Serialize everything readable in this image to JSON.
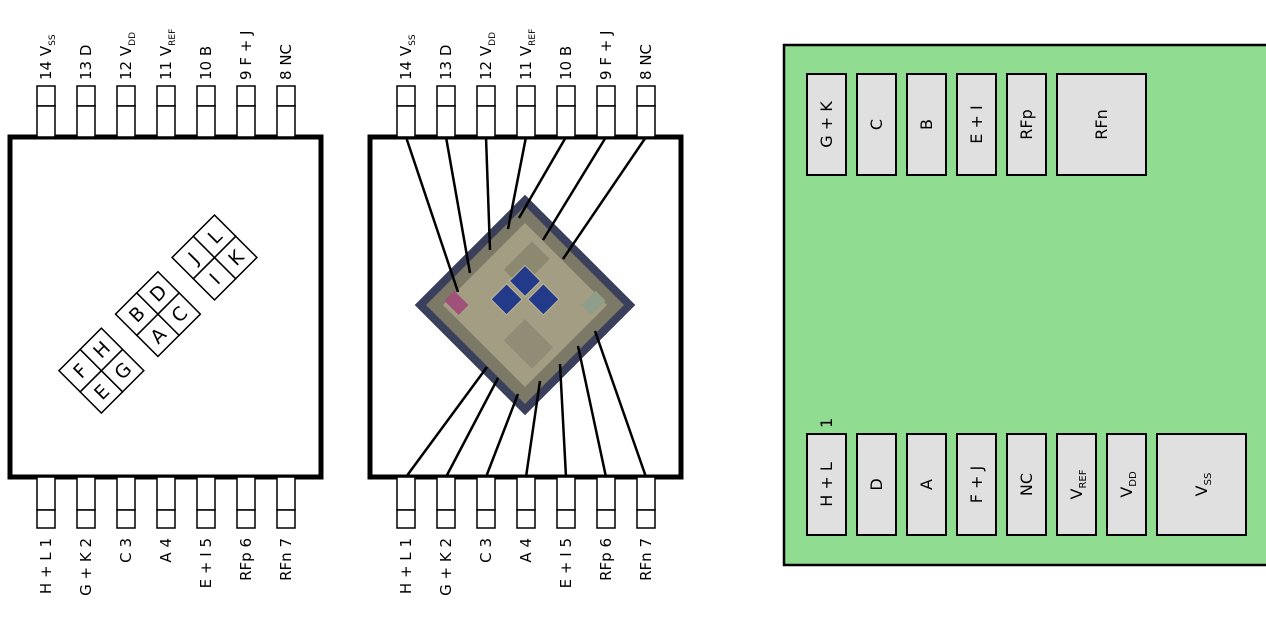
{
  "package_left": {
    "top_pins": [
      {
        "num": "14",
        "name": "V",
        "sub": "SS"
      },
      {
        "num": "13",
        "name": "D",
        "sub": ""
      },
      {
        "num": "12",
        "name": "V",
        "sub": "DD"
      },
      {
        "num": "11",
        "name": "V",
        "sub": "REF"
      },
      {
        "num": "10",
        "name": "B",
        "sub": ""
      },
      {
        "num": "9",
        "name": "F + J",
        "sub": ""
      },
      {
        "num": "8",
        "name": "NC",
        "sub": ""
      }
    ],
    "bottom_pins": [
      {
        "num": "1",
        "name": "H + L"
      },
      {
        "num": "2",
        "name": "G + K"
      },
      {
        "num": "3",
        "name": "C"
      },
      {
        "num": "4",
        "name": "A"
      },
      {
        "num": "5",
        "name": "E + I"
      },
      {
        "num": "6",
        "name": "RFp"
      },
      {
        "num": "7",
        "name": "RFn"
      }
    ],
    "segments": [
      "E",
      "F",
      "G",
      "H",
      "A",
      "B",
      "C",
      "D",
      "I",
      "J",
      "K",
      "L"
    ]
  },
  "package_right": {
    "top_pins": [
      {
        "num": "14",
        "name": "V",
        "sub": "SS"
      },
      {
        "num": "13",
        "name": "D",
        "sub": ""
      },
      {
        "num": "12",
        "name": "V",
        "sub": "DD"
      },
      {
        "num": "11",
        "name": "V",
        "sub": "REF"
      },
      {
        "num": "10",
        "name": "B",
        "sub": ""
      },
      {
        "num": "9",
        "name": "F + J",
        "sub": ""
      },
      {
        "num": "8",
        "name": "NC",
        "sub": ""
      }
    ],
    "bottom_pins": [
      {
        "num": "1",
        "name": "H + L"
      },
      {
        "num": "2",
        "name": "G + K"
      },
      {
        "num": "3",
        "name": "C"
      },
      {
        "num": "4",
        "name": "A"
      },
      {
        "num": "5",
        "name": "E + I"
      },
      {
        "num": "6",
        "name": "RFp"
      },
      {
        "num": "7",
        "name": "RFn"
      }
    ]
  },
  "die": {
    "top_pads": [
      {
        "name": "G + K",
        "sub": ""
      },
      {
        "name": "C",
        "sub": ""
      },
      {
        "name": "B",
        "sub": ""
      },
      {
        "name": "E + I",
        "sub": ""
      },
      {
        "name": "RFp",
        "sub": ""
      },
      {
        "name": "RFn",
        "sub": ""
      }
    ],
    "bottom_pads": [
      {
        "name": "H + L",
        "sub": ""
      },
      {
        "name": "D",
        "sub": ""
      },
      {
        "name": "A",
        "sub": ""
      },
      {
        "name": "F + J",
        "sub": ""
      },
      {
        "name": "NC",
        "sub": ""
      },
      {
        "name": "V",
        "sub": "REF"
      },
      {
        "name": "V",
        "sub": "DD"
      },
      {
        "name": "V",
        "sub": "SS"
      }
    ],
    "pad1_marker": "1",
    "colors": {
      "die_fill": "#90dc90",
      "pad_fill": "#e0e0e0"
    }
  }
}
